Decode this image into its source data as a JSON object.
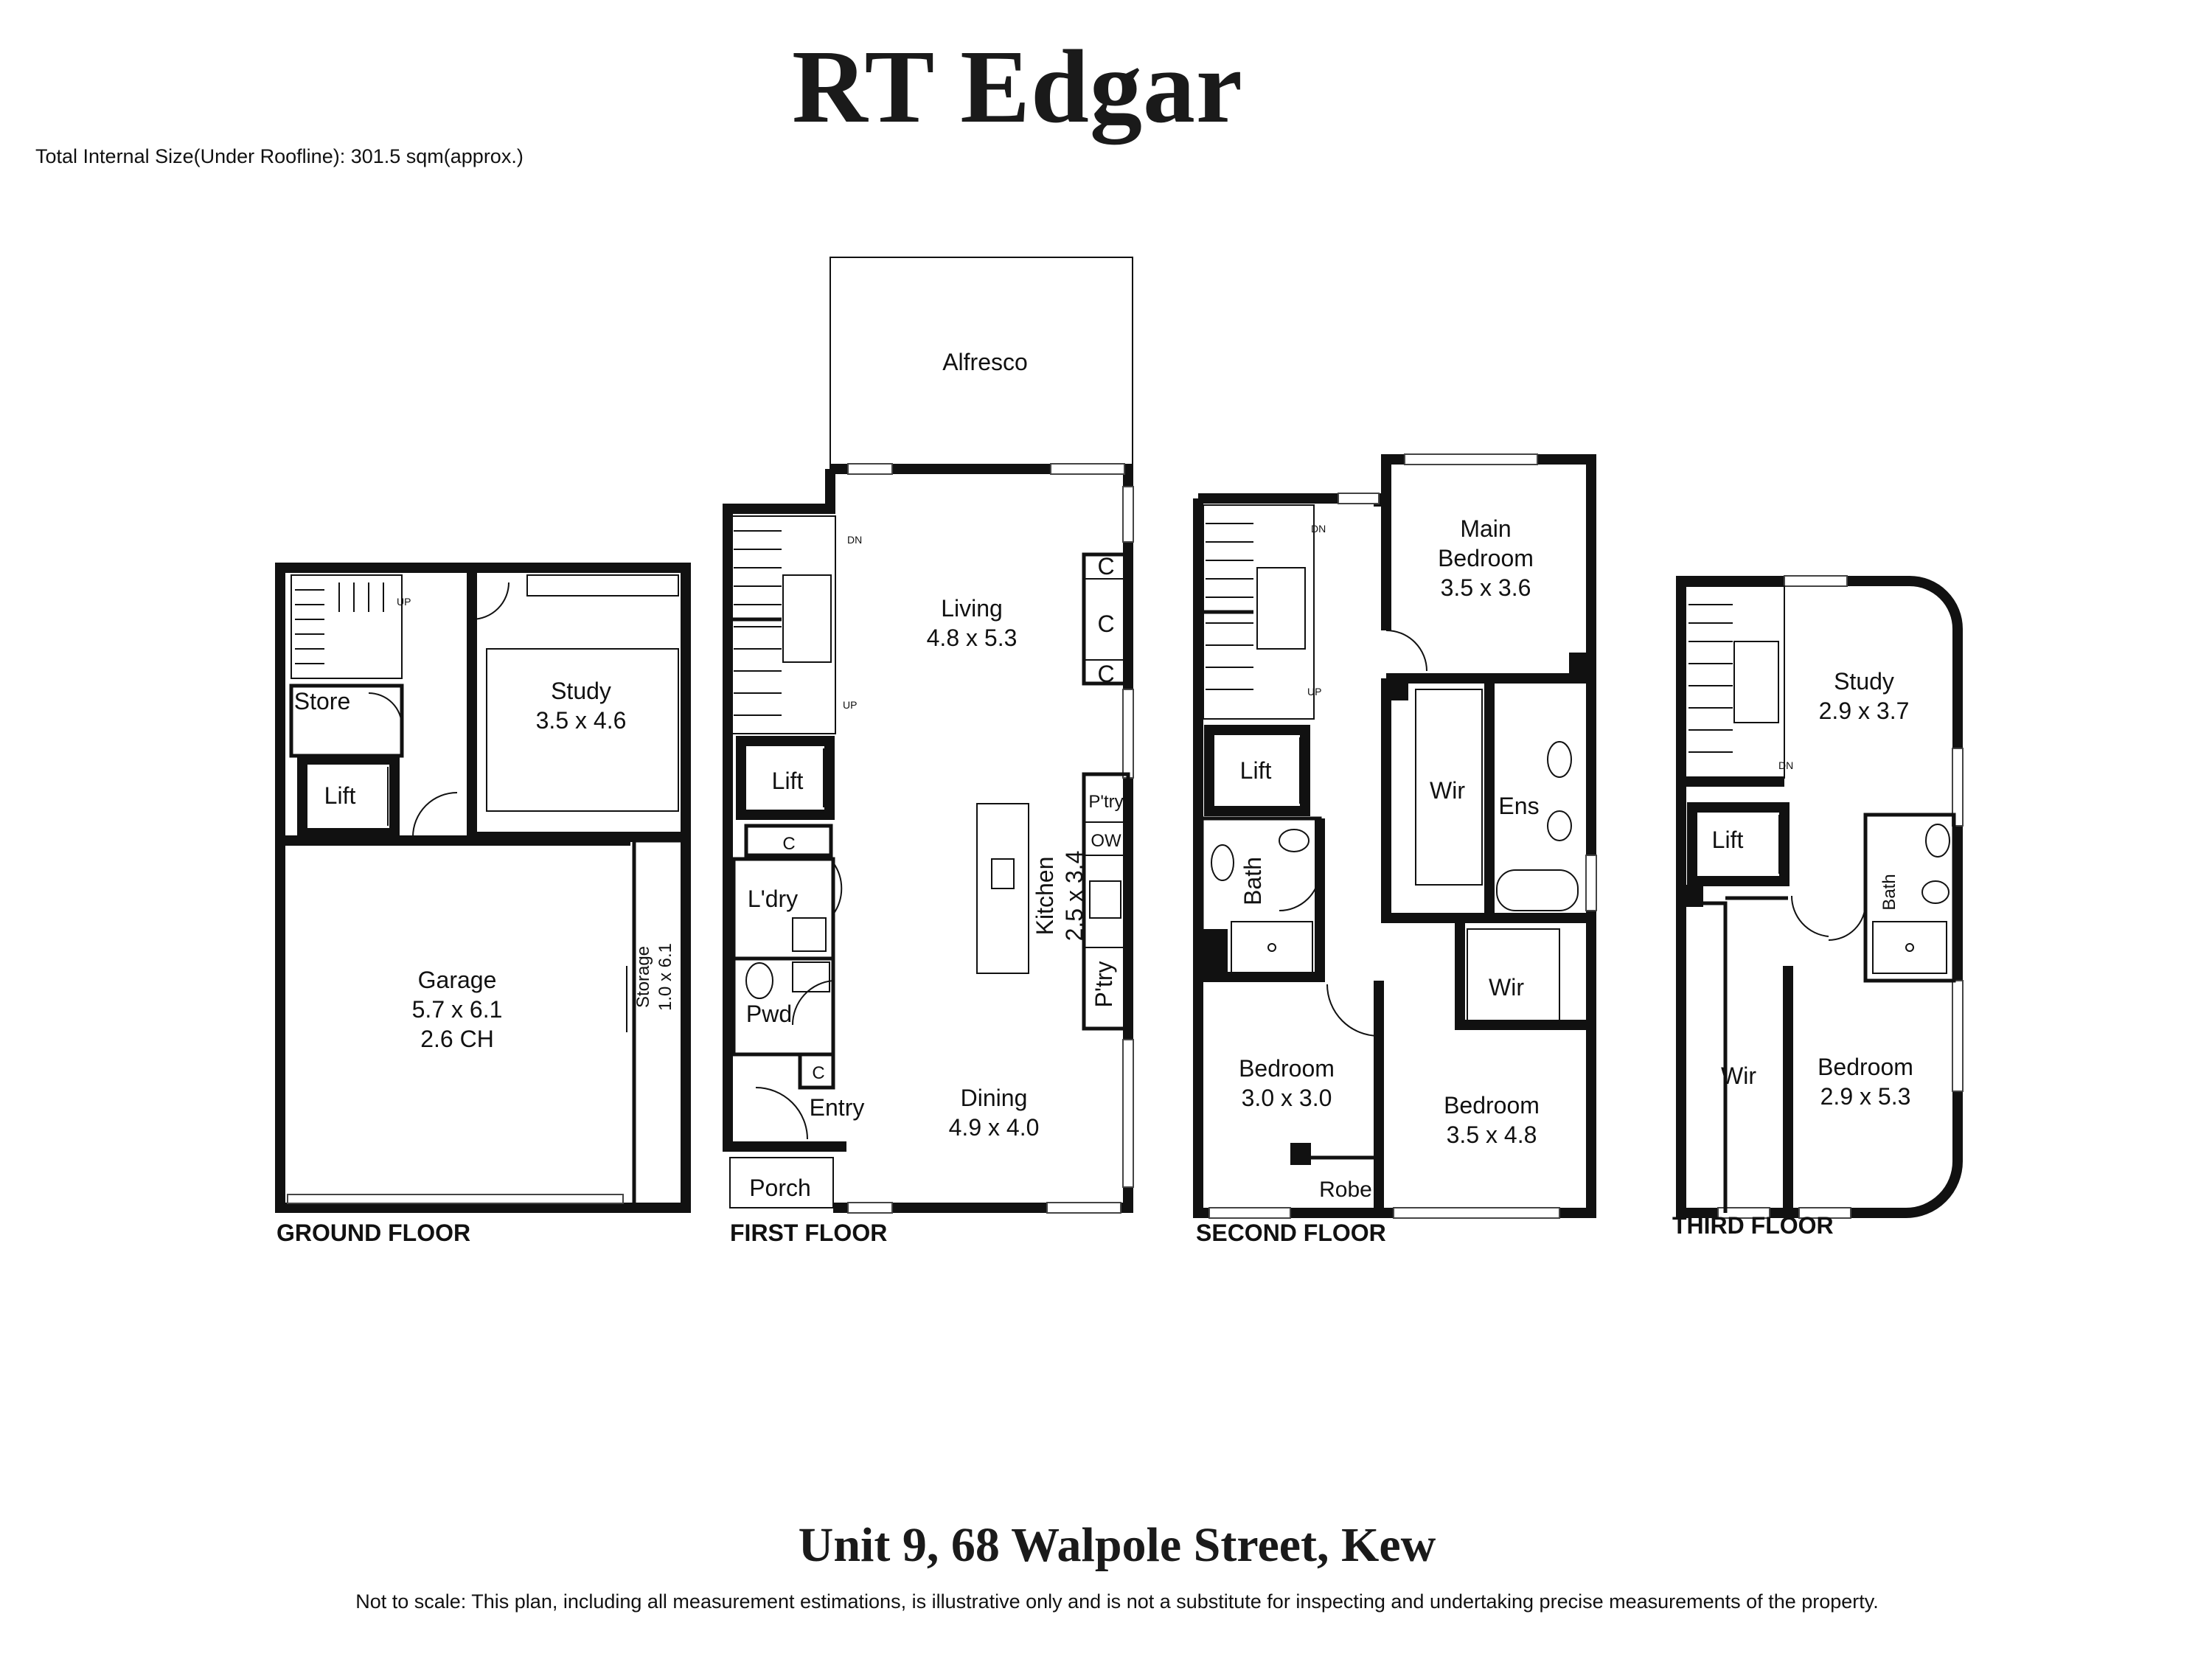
{
  "header": {
    "brand": "RT Edgar",
    "size_note": "Total Internal Size(Under Roofline): 301.5 sqm(approx.)"
  },
  "footer": {
    "address": "Unit 9, 68 Walpole Street, Kew",
    "disclaimer": "Not to scale: This plan, including all measurement estimations, is illustrative only and is not a substitute for inspecting and  undertaking precise measurements of the property."
  },
  "floors": {
    "ground": {
      "title": "GROUND FLOOR",
      "store": "Store",
      "lift": "Lift",
      "up": "UP",
      "study_name": "Study",
      "study_size": "3.5 x 4.6",
      "garage_name": "Garage",
      "garage_size": "5.7 x 6.1",
      "garage_ch": "2.6 CH",
      "storage_name": "Storage",
      "storage_size": "1.0 x 6.1"
    },
    "first": {
      "title": "FIRST FLOOR",
      "alfresco": "Alfresco",
      "living_name": "Living",
      "living_size": "4.8 x 5.3",
      "lift": "Lift",
      "laundry": "L'dry",
      "powder": "Pwd",
      "entry": "Entry",
      "porch": "Porch",
      "cupboard": "C",
      "pantry_top": "P'try",
      "ow": "OW",
      "pantry_bottom": "P'try",
      "kitchen_name": "Kitchen",
      "kitchen_size": "2.5 x 3.4",
      "dining_name": "Dining",
      "dining_size": "4.9 x 4.0",
      "dn": "DN",
      "up": "UP"
    },
    "second": {
      "title": "SECOND FLOOR",
      "main_bedroom_line1": "Main",
      "main_bedroom_line2": "Bedroom",
      "main_bedroom_size": "3.5 x 3.6",
      "lift": "Lift",
      "wir": "Wir",
      "ens": "Ens",
      "bath": "Bath",
      "wir2": "Wir",
      "bedroom_a_name": "Bedroom",
      "bedroom_a_size": "3.0 x 3.0",
      "bedroom_b_name": "Bedroom",
      "bedroom_b_size": "3.5 x 4.8",
      "robe": "Robe",
      "dn": "DN",
      "up": "UP"
    },
    "third": {
      "title": "THIRD FLOOR",
      "study_name": "Study",
      "study_size": "2.9 x 3.7",
      "lift": "Lift",
      "bath": "Bath",
      "wir": "Wir",
      "bedroom_name": "Bedroom",
      "bedroom_size": "2.9 x 5.3",
      "dn": "DN"
    }
  }
}
